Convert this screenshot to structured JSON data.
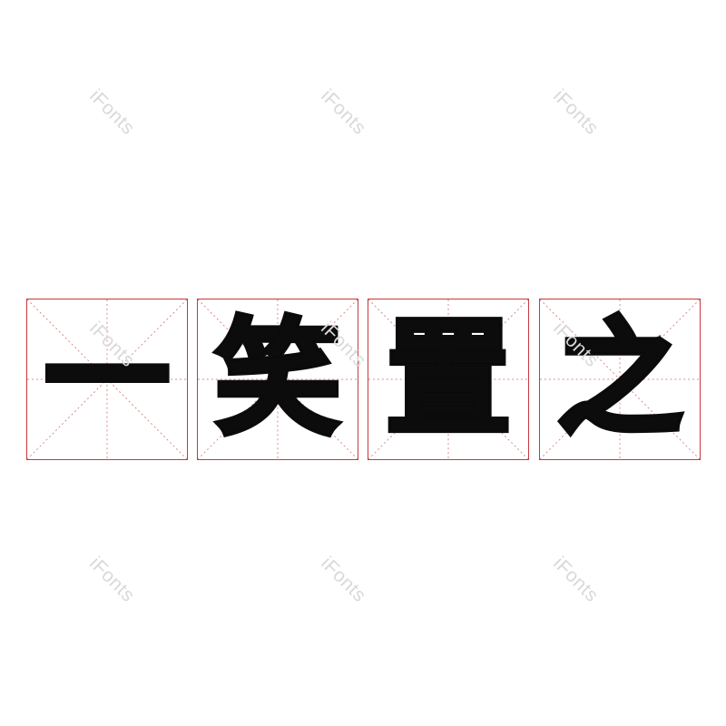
{
  "phrase": {
    "characters": [
      "一",
      "笑",
      "置",
      "之"
    ]
  },
  "watermark": {
    "text": "iFonts",
    "color": "#d9d9d9"
  },
  "grid": {
    "border_color": "#c8383a",
    "guide_color": "#d8898a"
  },
  "glyph_color": "#0c0c0c"
}
